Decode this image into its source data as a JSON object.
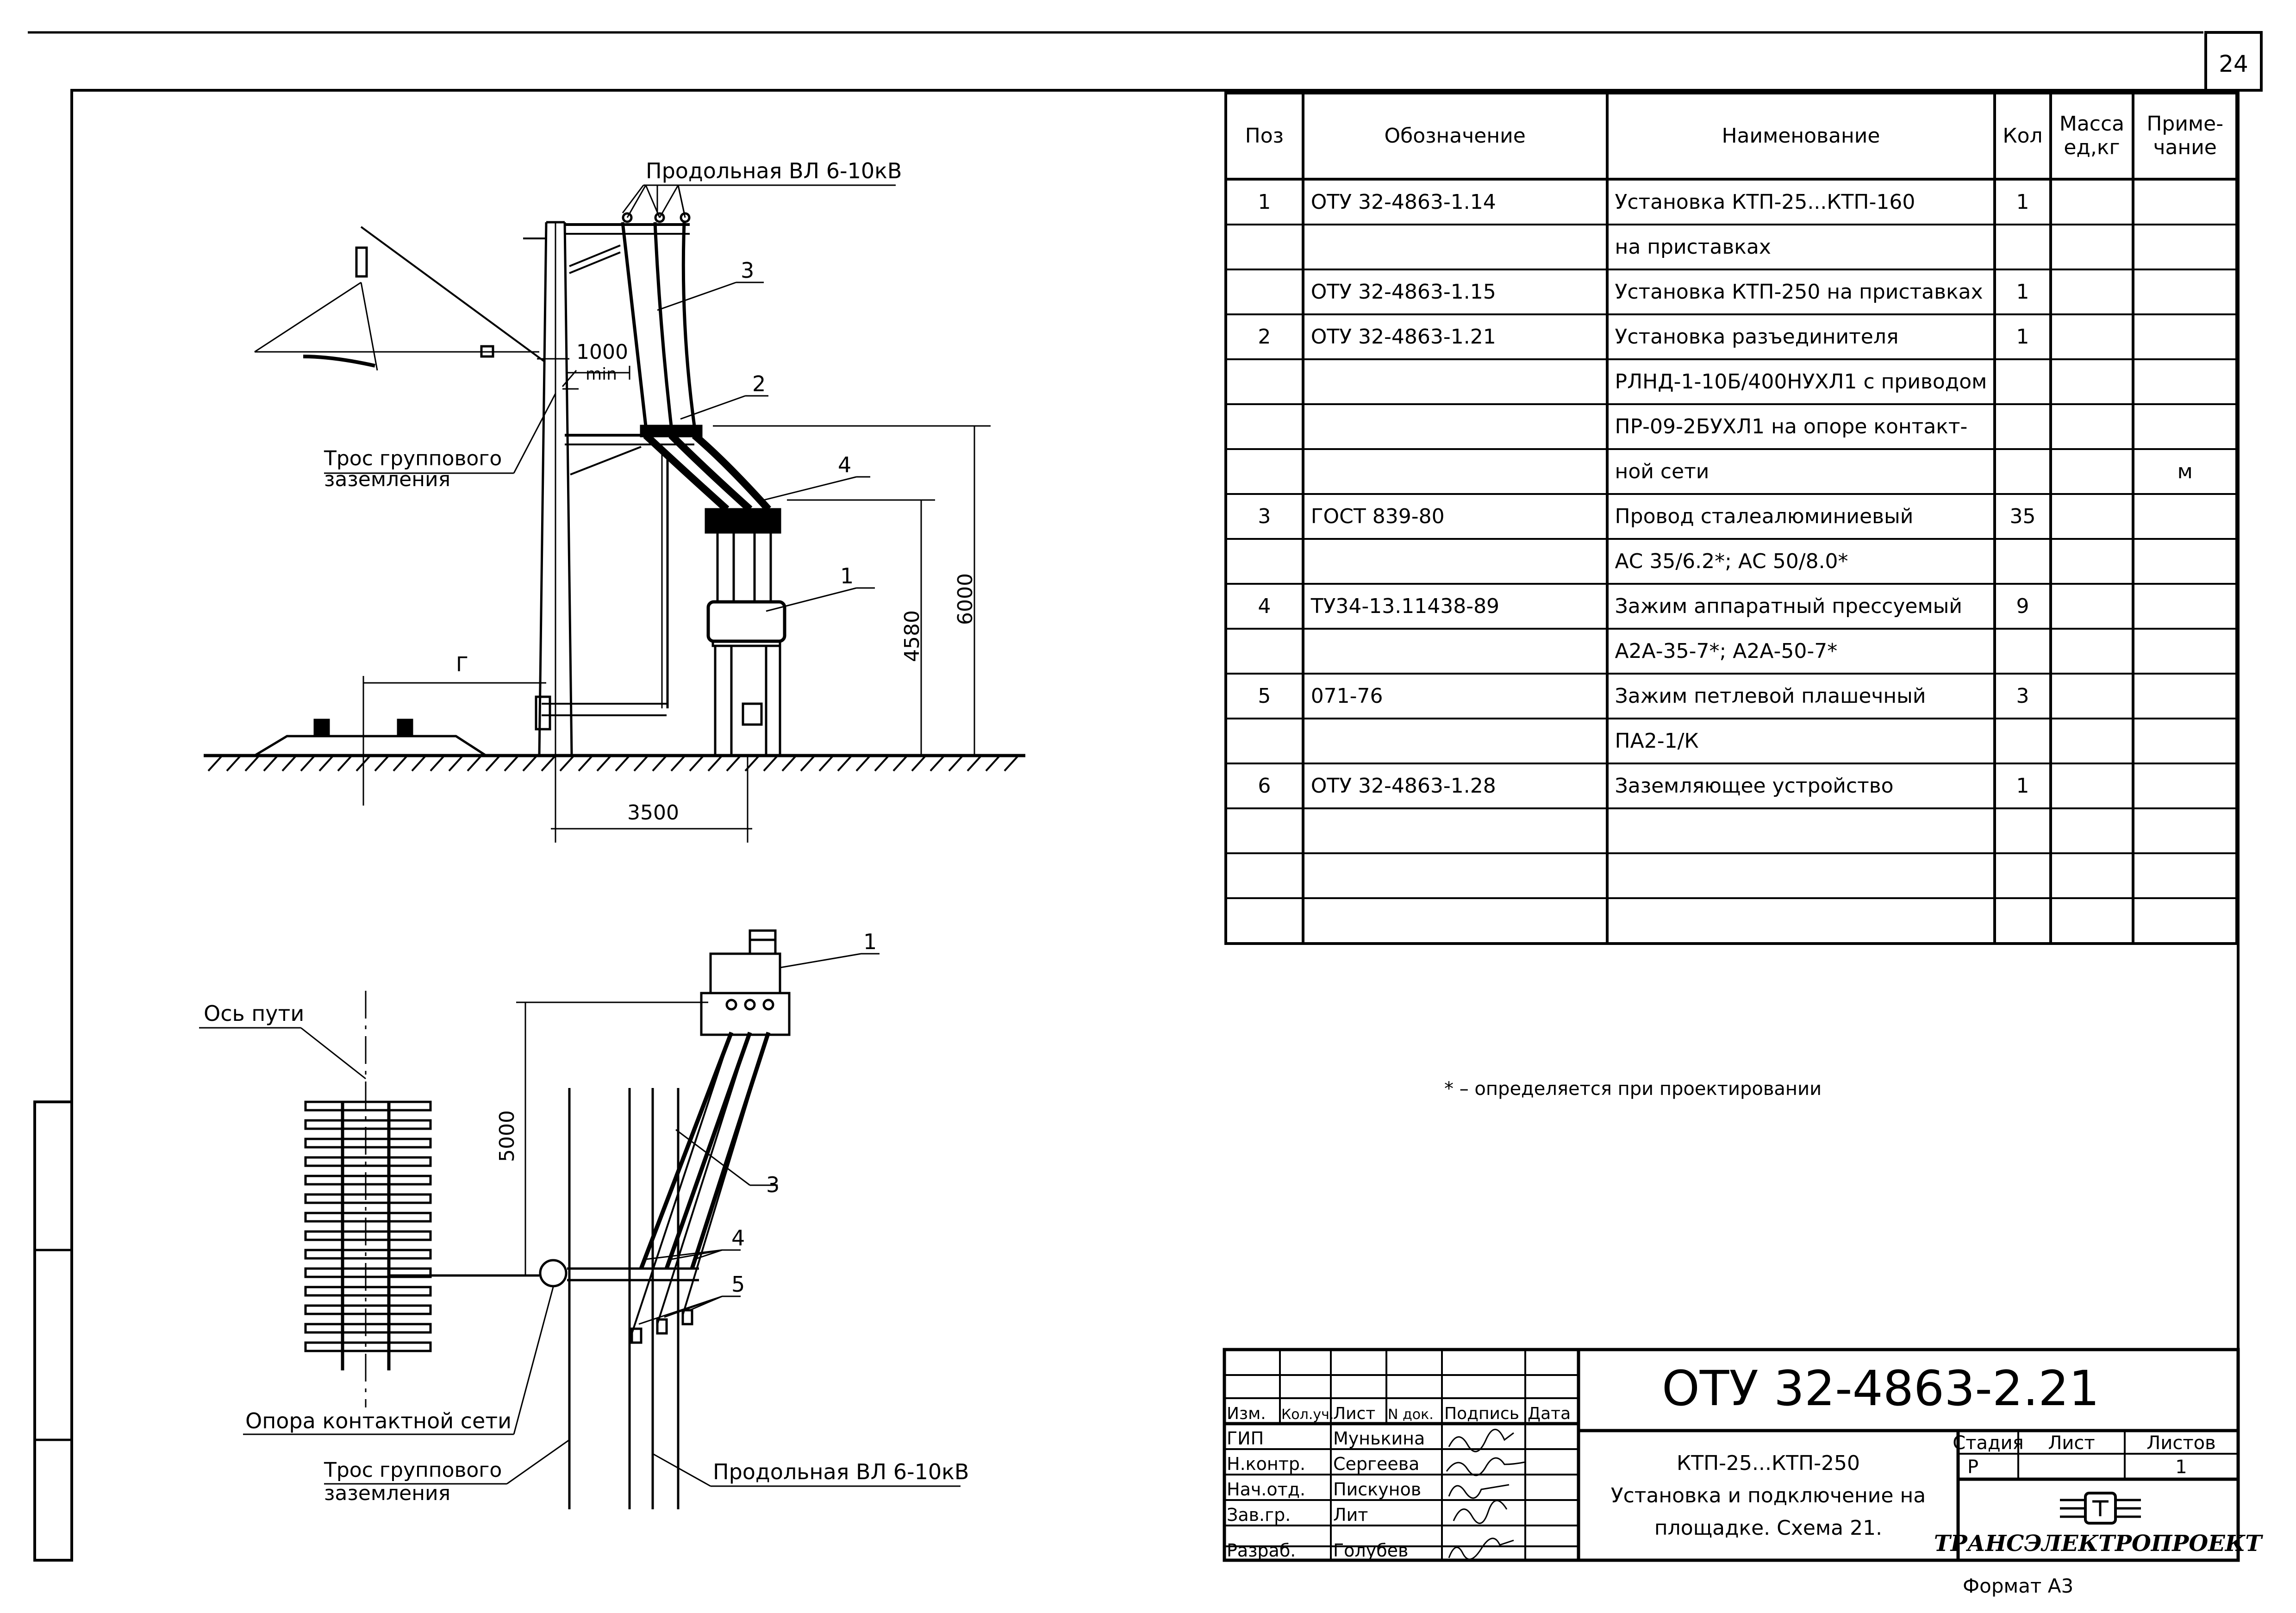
{
  "sheet_number": "24",
  "format_label": "Формат А3",
  "note": "* – определяется при проектировании",
  "elevation_view": {
    "line_label": "Продольная ВЛ 6-10кВ",
    "cable_label": "Трос группового",
    "cable_label2": "заземления",
    "dim_1000": "1000",
    "dim_min": "min",
    "dim_3500": "3500",
    "dim_4580": "4580",
    "dim_6000": "6000",
    "dim_g": "Г",
    "callouts": [
      "1",
      "2",
      "3",
      "4"
    ]
  },
  "plan_view": {
    "track_axis_label": "Ось пути",
    "support_label": "Опора контактной сети",
    "cable_label": "Трос группового",
    "cable_label2": "заземления",
    "line_label": "Продольная ВЛ 6-10кВ",
    "dim_5000": "5000",
    "callouts": [
      "1",
      "3",
      "4",
      "5"
    ]
  },
  "spec_table": {
    "headers": [
      "Поз",
      "Обозначение",
      "Наименование",
      "Кол",
      "Масса ед,кг",
      "Приме- чание"
    ],
    "rows": [
      {
        "pos": "1",
        "code": "ОТУ 32-4863-1.14",
        "name": "Установка КТП-25...КТП-160",
        "qty": "1",
        "mass": "",
        "note": ""
      },
      {
        "pos": "",
        "code": "",
        "name": "на приставках",
        "qty": "",
        "mass": "",
        "note": ""
      },
      {
        "pos": "",
        "code": "ОТУ 32-4863-1.15",
        "name": "Установка КТП-250 на приставках",
        "qty": "1",
        "mass": "",
        "note": ""
      },
      {
        "pos": "2",
        "code": "ОТУ 32-4863-1.21",
        "name": "Установка разъединителя",
        "qty": "1",
        "mass": "",
        "note": ""
      },
      {
        "pos": "",
        "code": "",
        "name": "РЛНД-1-10Б/400НУХЛ1 с приводом",
        "qty": "",
        "mass": "",
        "note": ""
      },
      {
        "pos": "",
        "code": "",
        "name": "ПР-09-2БУХЛ1 на опоре контакт-",
        "qty": "",
        "mass": "",
        "note": ""
      },
      {
        "pos": "",
        "code": "",
        "name": "ной сети",
        "qty": "",
        "mass": "",
        "note": "м"
      },
      {
        "pos": "3",
        "code": "ГОСТ 839-80",
        "name": "Провод сталеалюминиевый",
        "qty": "35",
        "mass": "",
        "note": ""
      },
      {
        "pos": "",
        "code": "",
        "name": "АС 35/6.2*; АС 50/8.0*",
        "qty": "",
        "mass": "",
        "note": ""
      },
      {
        "pos": "4",
        "code": "ТУ34-13.11438-89",
        "name": "Зажим аппаратный прессуемый",
        "qty": "9",
        "mass": "",
        "note": ""
      },
      {
        "pos": "",
        "code": "",
        "name": "А2А-35-7*; А2А-50-7*",
        "qty": "",
        "mass": "",
        "note": ""
      },
      {
        "pos": "5",
        "code": "071-76",
        "name": "Зажим петлевой плашечный",
        "qty": "3",
        "mass": "",
        "note": ""
      },
      {
        "pos": "",
        "code": "",
        "name": "ПА2-1/К",
        "qty": "",
        "mass": "",
        "note": ""
      },
      {
        "pos": "6",
        "code": "ОТУ 32-4863-1.28",
        "name": "Заземляющее устройство",
        "qty": "1",
        "mass": "",
        "note": ""
      },
      {
        "pos": "",
        "code": "",
        "name": "",
        "qty": "",
        "mass": "",
        "note": ""
      },
      {
        "pos": "",
        "code": "",
        "name": "",
        "qty": "",
        "mass": "",
        "note": ""
      },
      {
        "pos": "",
        "code": "",
        "name": "",
        "qty": "",
        "mass": "",
        "note": ""
      }
    ]
  },
  "title_block": {
    "doc_code": "ОТУ 32-4863-2.21",
    "title_line1": "КТП-25...КТП-250",
    "title_line2": "Установка и подключение на",
    "title_line3": "площадке. Схема 21.",
    "col_headers": [
      "Изм.",
      "Кол.уч.",
      "Лист",
      "N док.",
      "Подпись",
      "Дата"
    ],
    "stage_header": "Стадия",
    "sheet_header": "Лист",
    "sheets_header": "Листов",
    "stage_value": "Р",
    "sheet_value": "",
    "sheets_value": "1",
    "company": "ТРАНСЭЛЕКТРОПРОЕКТ",
    "roles": [
      {
        "role": "ГИП",
        "name": "Мунькина"
      },
      {
        "role": "Н.контр.",
        "name": "Сергеева"
      },
      {
        "role": "Нач.отд.",
        "name": "Пискунов"
      },
      {
        "role": "Зав.гр.",
        "name": "Лит"
      },
      {
        "role": "Разраб.",
        "name": "Голубев"
      }
    ]
  }
}
